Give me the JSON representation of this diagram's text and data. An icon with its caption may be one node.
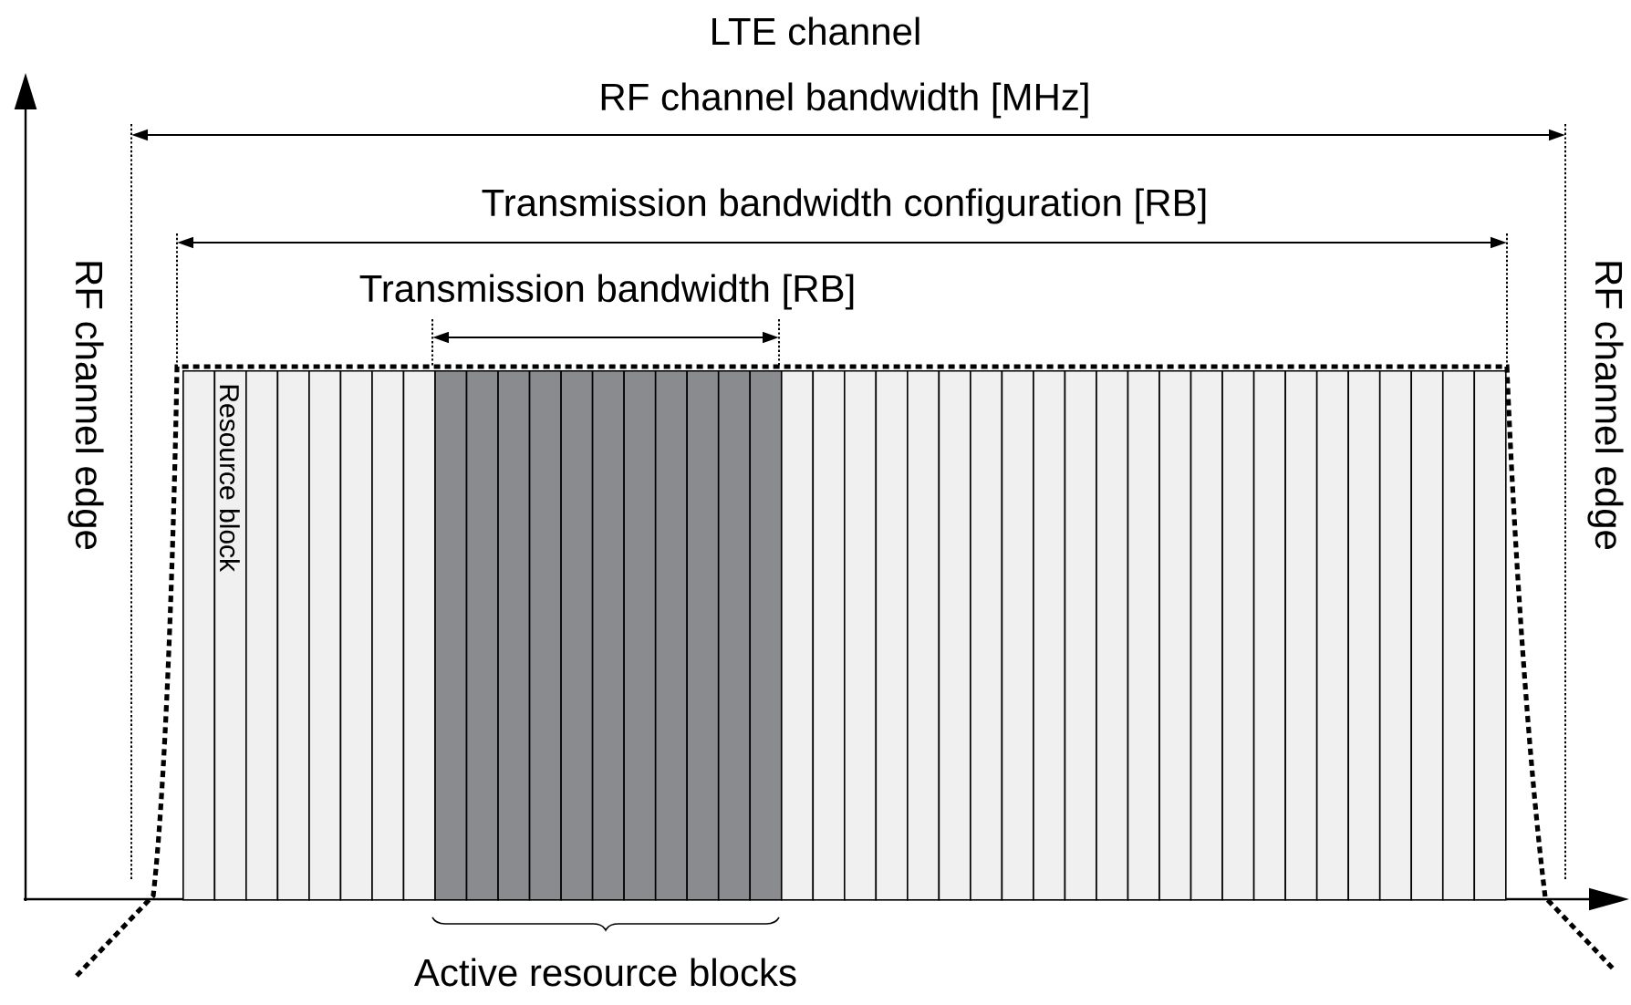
{
  "diagram": {
    "title": "LTE channel",
    "nodes": [
      {
        "text": [],
        "shape": "bar"
      },
      {
        "text": [
          "Resource block"
        ]
      },
      {
        "text": [],
        "shape": "bar"
      },
      {
        "text": [],
        "shape": "bar"
      },
      {
        "text": [],
        "shape": "bar"
      },
      {
        "text": [],
        "shape": "bar"
      },
      {
        "text": [],
        "shape": "bar"
      },
      {
        "text": [],
        "shape": "bar"
      },
      {
        "text": [],
        "shape": "bar"
      },
      {
        "text": [],
        "shape": "bar"
      },
      {
        "text": [],
        "shape": "bar"
      },
      {
        "text": [],
        "shape": "bar"
      },
      {
        "text": [],
        "shape": "bar"
      },
      {
        "text": [],
        "shape": "bar"
      },
      {
        "text": [],
        "shape": "bar"
      },
      {
        "text": [],
        "shape": "bar"
      },
      {
        "text": [],
        "shape": "bar"
      },
      {
        "text": [],
        "shape": "bar"
      },
      {
        "text": [],
        "shape": "bar"
      },
      {
        "text": [],
        "shape": "bar"
      },
      {
        "text": [],
        "shape": "bar"
      },
      {
        "text": [],
        "shape": "bar"
      },
      {
        "text": [],
        "shape": "bar"
      },
      {
        "text": [],
        "shape": "bar"
      },
      {
        "text": [],
        "shape": "bar"
      },
      {
        "text": [],
        "shape": "bar"
      },
      {
        "text": [],
        "shape": "bar"
      },
      {
        "text": [],
        "shape": "bar"
      },
      {
        "text": [],
        "shape": "bar"
      },
      {
        "text": [],
        "shape": "bar"
      },
      {
        "text": [],
        "shape": "bar"
      },
      {
        "text": [],
        "shape": "bar"
      },
      {
        "text": [],
        "shape": "bar"
      },
      {
        "text": [],
        "shape": "bar"
      },
      {
        "text": [],
        "shape": "bar"
      },
      {
        "text": [],
        "shape": "bar"
      },
      {
        "text": [],
        "shape": "bar"
      },
      {
        "text": [],
        "shape": "bar"
      },
      {
        "text": [],
        "shape": "bar"
      },
      {
        "text": [],
        "shape": "bar"
      },
      {
        "text": [],
        "shape": "bar"
      },
      {
        "text": [],
        "shape": "bar"
      }
    ],
    "labels": [
      "RF channel bandwidth [MHz]",
      "Transmission bandwidth configuration [RB]",
      "Transmission bandwidth [RB]",
      "RF channel edge",
      "RF channel edge",
      "Active resource blocks"
    ]
  }
}
